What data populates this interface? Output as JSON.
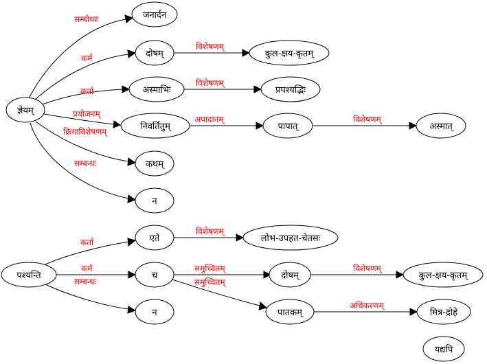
{
  "nodes": {
    "n_jneyam": "ज्ञेयम्",
    "n_janardana": "जनार्दन",
    "n_dosham1": "दोषम्",
    "n_kulakshaya1": "कुल-क्षय-कृतम्",
    "n_asmabhih": "अस्माभिः",
    "n_prapashyadbhih": "प्रपश्यद्भिः",
    "n_nivartitum": "निवर्तितुम्",
    "n_papat": "पापात्",
    "n_asmat": "अस्मात्",
    "n_katham": "कथम्",
    "n_na1": "न",
    "n_ete": "एते",
    "n_lobha": "लोभ-उपहत-चेतसः",
    "n_pashyanti": "पश्यन्ति",
    "n_cha": "च",
    "n_dosham2": "दोषम्",
    "n_kulakshaya2": "कुल-क्षय-कृतम्",
    "n_na2": "न",
    "n_patakam": "पातकम्",
    "n_mitra": "मित्र-द्रोहे",
    "n_yadyapi": "यद्यपि"
  },
  "edges": {
    "e1": "सम्बोध्यः",
    "e2": "कर्म",
    "e3": "कर्ता",
    "e4": "प्रयोजनम्",
    "e5": "क्रियाविशेषणम्",
    "e6": "सम्बन्धः",
    "e7": "विशेषणम्",
    "e8": "विशेषणम्",
    "e9": "अपादानम्",
    "e10": "विशेषणम्",
    "e11": "कर्ता",
    "e12": "कर्म",
    "e13": "सम्बन्धः",
    "e14": "विशेषणम्",
    "e15": "समुच्चितम्",
    "e16": "समुच्चितम्",
    "e17": "विशेषणम्",
    "e18": "अधिकरणम्"
  }
}
